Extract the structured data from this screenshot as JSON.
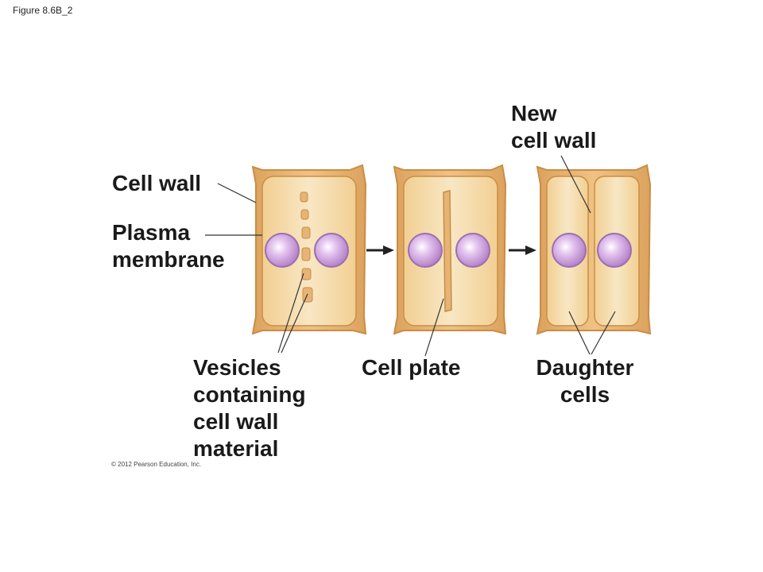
{
  "figure_title": "Figure 8.6B_2",
  "labels": {
    "new_cell_wall": "New\ncell wall",
    "cell_wall": "Cell wall",
    "plasma_membrane": "Plasma\nmembrane",
    "vesicles": "Vesicles\ncontaining\ncell wall\nmaterial",
    "cell_plate": "Cell plate",
    "daughter_cells": "Daughter\ncells"
  },
  "copyright": "© 2012 Pearson Education, Inc.",
  "colors": {
    "wall": "#e8b16c",
    "wall_edge": "#c98d45",
    "cytoplasm": "#f5dca8",
    "nucleus": "#c99ad6",
    "nucleus_edge": "#9a6fb0"
  }
}
